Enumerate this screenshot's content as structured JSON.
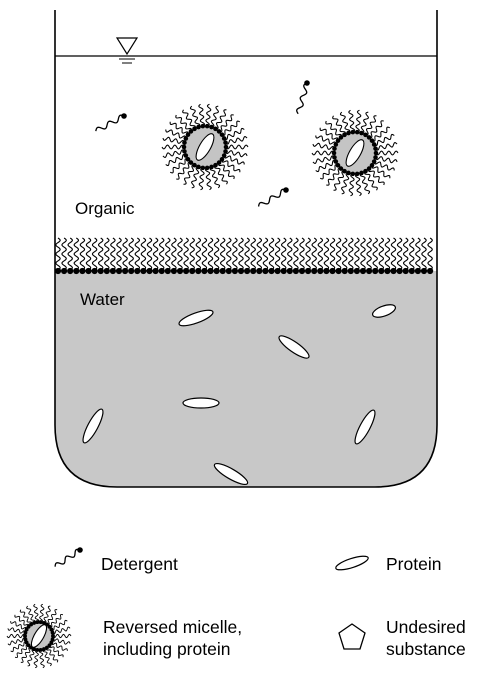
{
  "diagram": {
    "phases": {
      "organic_label": "Organic",
      "water_label": "Water"
    },
    "colors": {
      "water_fill": "#c8c8c8",
      "micelle_core": "#c4c4c4",
      "outline": "#000000",
      "background": "#ffffff"
    },
    "icons": {
      "water_level": "water-level-triangle-icon",
      "detergent": "detergent-icon",
      "protein": "protein-icon",
      "micelle": "reversed-micelle-icon",
      "undesired": "pentagon-icon"
    }
  },
  "legend": {
    "detergent": "Detergent",
    "protein": "Protein",
    "micelle_line1": "Reversed micelle,",
    "micelle_line2": "including protein",
    "undesired_line1": "Undesired",
    "undesired_line2": "substance"
  }
}
